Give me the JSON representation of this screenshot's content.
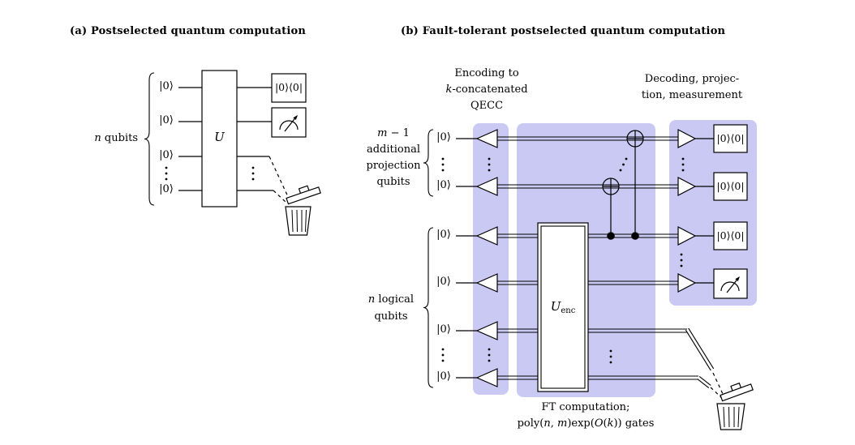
{
  "colors": {
    "highlight": "#c9c9f3",
    "line": "#000000",
    "background": "#ffffff"
  },
  "panel_a": {
    "title": "(a) Postselected quantum computation",
    "qubit_group_label": {
      "var1": "n",
      "rest": " qubits"
    },
    "ket_zero": "|0⟩",
    "unitary_label": "U",
    "projector_label": "|0⟩⟨0|"
  },
  "panel_b": {
    "title": "(b) Fault-tolerant postselected quantum computation",
    "encoding_caption": {
      "line1": "Encoding to",
      "line2_var": "k",
      "line2_rest": "-concatenated",
      "line3": "QECC"
    },
    "decoding_caption": {
      "line1": "Decoding, projec-",
      "line2": "tion, measurement"
    },
    "projection_group_label": {
      "line1_var": "m",
      "line1_rest": " − 1",
      "line2": "additional",
      "line3": "projection",
      "line4": "qubits"
    },
    "logical_group_label": {
      "line1_var": "n",
      "line1_rest": " logical",
      "line2": "qubits"
    },
    "ket_zero": "|0⟩",
    "encoder_label": {
      "base": "U",
      "sub": "enc"
    },
    "projector_label": "|0⟩⟨0|",
    "ft_caption": {
      "line1": "FT computation;",
      "line2": {
        "s1": "poly(",
        "v1": "n",
        "s2": ", ",
        "v2": "m",
        "s3": ")exp(",
        "v3": "O",
        "s4": "(",
        "v4": "k",
        "s5": ")) gates"
      }
    }
  },
  "icons": {
    "meter": "measurement-meter-icon",
    "trash": "trash-can-icon",
    "cnot": "cnot-target-icon",
    "ellipsis": "⋮"
  }
}
